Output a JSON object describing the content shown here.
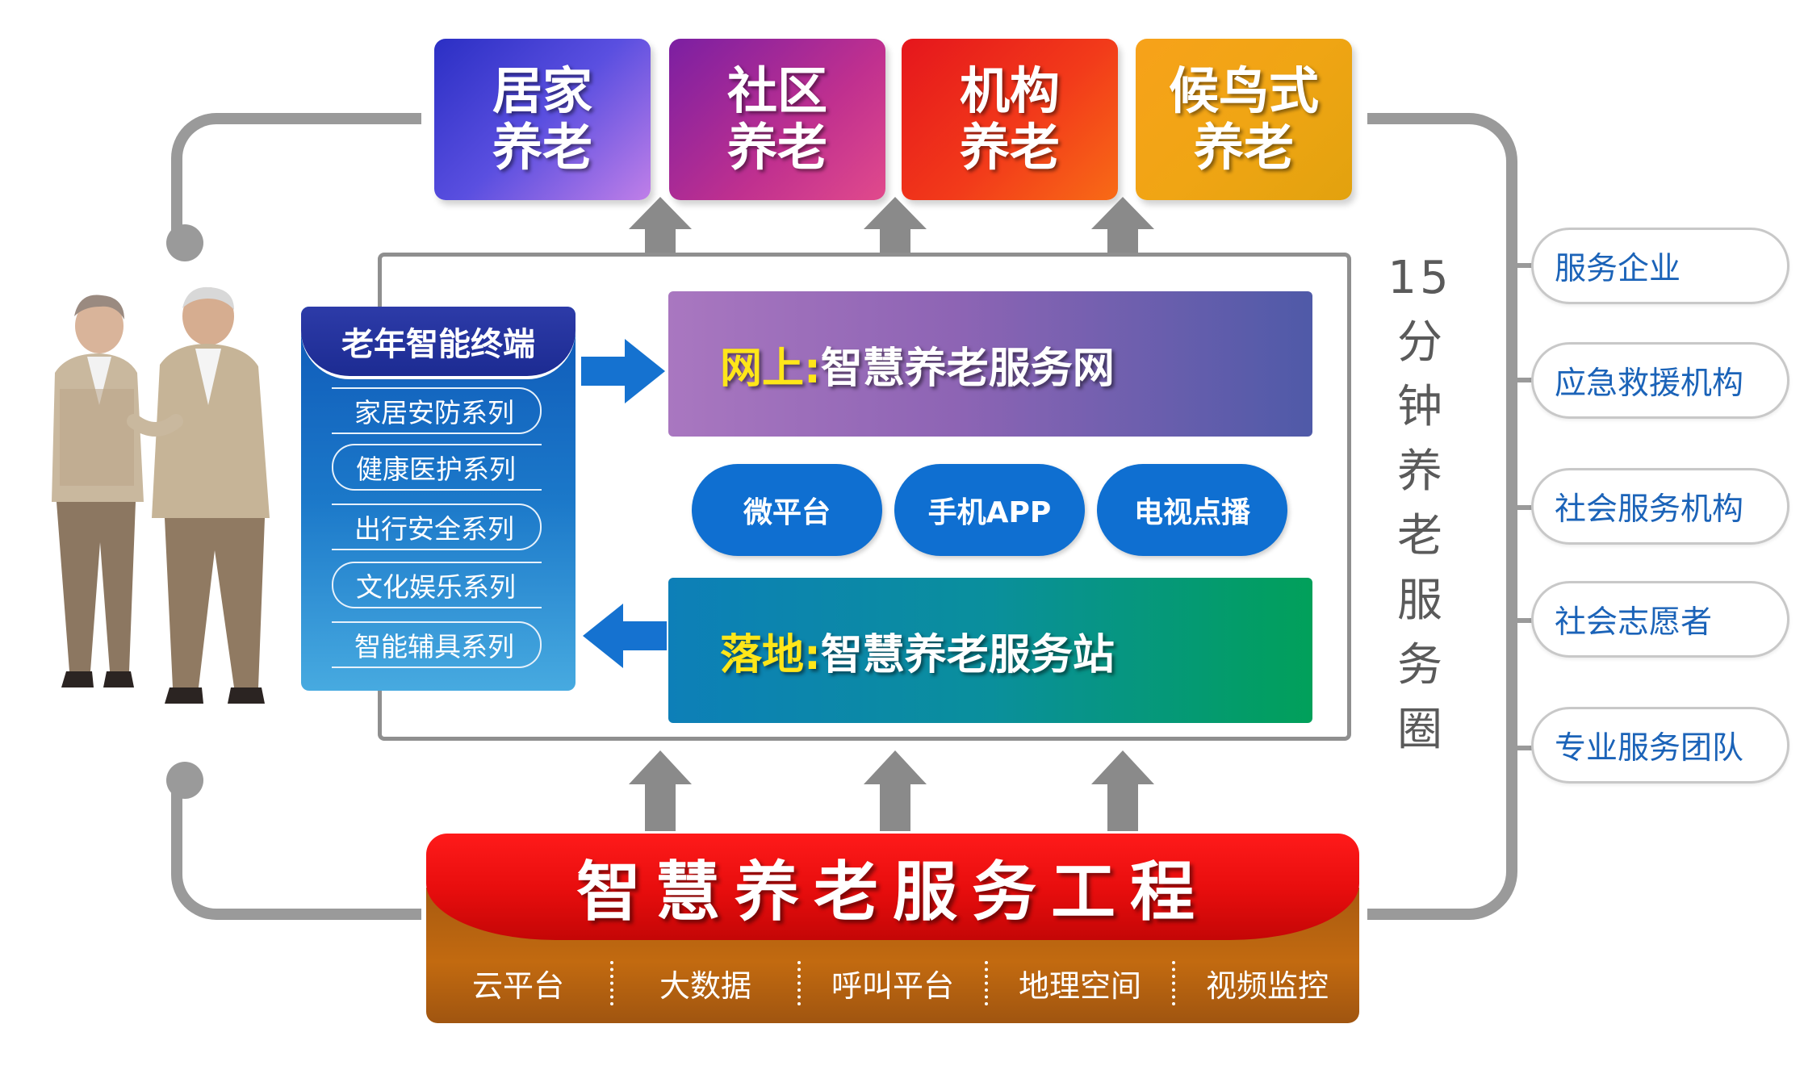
{
  "top_boxes": [
    {
      "line1": "居家",
      "line2": "养老"
    },
    {
      "line1": "社区",
      "line2": "养老"
    },
    {
      "line1": "机构",
      "line2": "养老"
    },
    {
      "line1": "候鸟式",
      "line2": "养老"
    }
  ],
  "terminal": {
    "title": "老年智能终端",
    "items": [
      "家居安防系列",
      "健康医护系列",
      "出行安全系列",
      "文化娱乐系列",
      "智能辅具系列"
    ]
  },
  "online": {
    "prefix": "网上:",
    "text": "智慧养老服务网"
  },
  "platforms": [
    "微平台",
    "手机APP",
    "电视点播"
  ],
  "offline": {
    "prefix": "落地:",
    "text": "智慧养老服务站"
  },
  "service_circle": {
    "number": "15",
    "chars": [
      "分",
      "钟",
      "养",
      "老",
      "服",
      "务",
      "圈"
    ]
  },
  "right_items": [
    "服务企业",
    "应急救援机构",
    "社会服务机构",
    "社会志愿者",
    "专业服务团队"
  ],
  "project": {
    "title": "智慧养老服务工程",
    "items": [
      "云平台",
      "大数据",
      "呼叫平台",
      "地理空间",
      "视频监控"
    ]
  },
  "colors": {
    "gray_connector": "#9a9a9a",
    "pill_blue": "#0f6fd1",
    "highlight_yellow": "#ffe619",
    "right_text": "#1b63b8"
  }
}
